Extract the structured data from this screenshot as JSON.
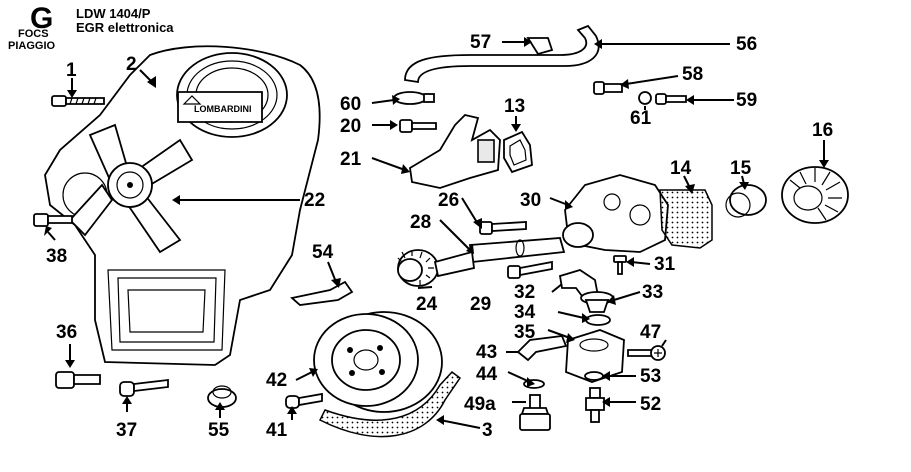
{
  "header": {
    "letter": "G",
    "model": "LDW 1404/P",
    "subtitle": "EGR elettronica",
    "tag1": "FOCS",
    "tag2": "PIAGGIO"
  },
  "brand": "LOMBARDINI",
  "callouts": [
    "1",
    "2",
    "3",
    "13",
    "14",
    "15",
    "16",
    "20",
    "21",
    "22",
    "24",
    "26",
    "28",
    "29",
    "30",
    "31",
    "32",
    "33",
    "34",
    "35",
    "36",
    "37",
    "38",
    "41",
    "42",
    "43",
    "44",
    "47",
    "49a",
    "52",
    "53",
    "54",
    "55",
    "56",
    "57",
    "58",
    "59",
    "60",
    "61"
  ]
}
